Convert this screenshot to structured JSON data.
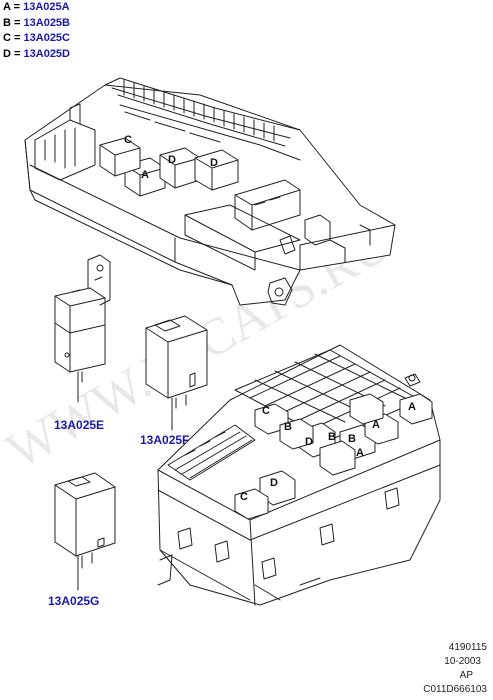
{
  "legend": [
    {
      "letter": "A",
      "eq": "=",
      "part": "13A025A"
    },
    {
      "letter": "B",
      "eq": "=",
      "part": "13A025B"
    },
    {
      "letter": "C",
      "eq": "=",
      "part": "13A025C"
    },
    {
      "letter": "D",
      "eq": "=",
      "part": "13A025D"
    }
  ],
  "callouts": {
    "e": "13A025E",
    "f": "13A025F",
    "g": "13A025G"
  },
  "box_letters": {
    "upper": [
      "C",
      "D",
      "A",
      "D"
    ],
    "lower": [
      "C",
      "B",
      "B",
      "A",
      "A",
      "D",
      "B",
      "A",
      "C",
      "D"
    ]
  },
  "watermark": "WWW.ELCATS.RU",
  "footer": {
    "line1": "4190115",
    "line2": "10-2003",
    "line3": "AP",
    "line4": "C011D666103"
  },
  "colors": {
    "line": "#222222",
    "label": "#1a1aa6",
    "watermark": "#e6e6e6"
  }
}
